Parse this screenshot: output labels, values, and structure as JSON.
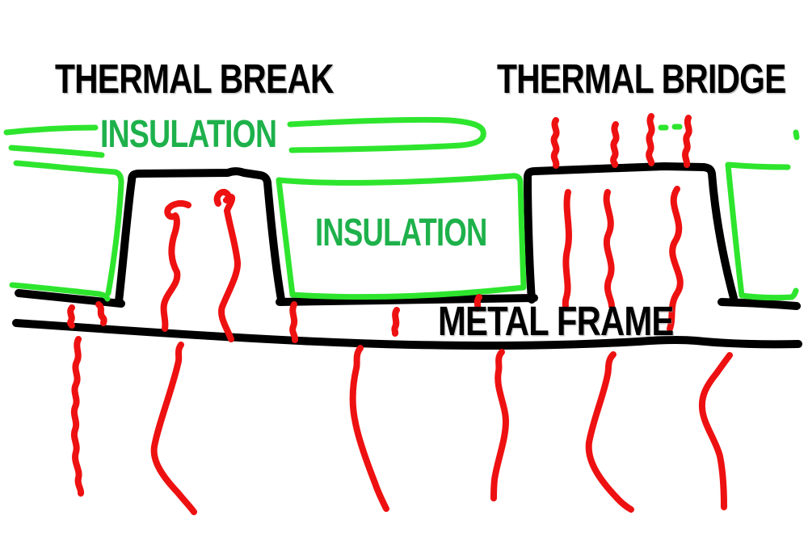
{
  "labels": {
    "thermal_break": "THERMAL BREAK",
    "thermal_bridge": "THERMAL BRIDGE",
    "insulation_top": "INSULATION",
    "insulation_middle": "INSULATION",
    "metal_frame": "METAL FRAME"
  },
  "colors": {
    "background": "#ffffff",
    "title_text": "#000000",
    "metal_line": "#000000",
    "insulation_line": "#2ee52e",
    "insulation_text": "#1eb14b",
    "heat_line": "#ee1111"
  }
}
